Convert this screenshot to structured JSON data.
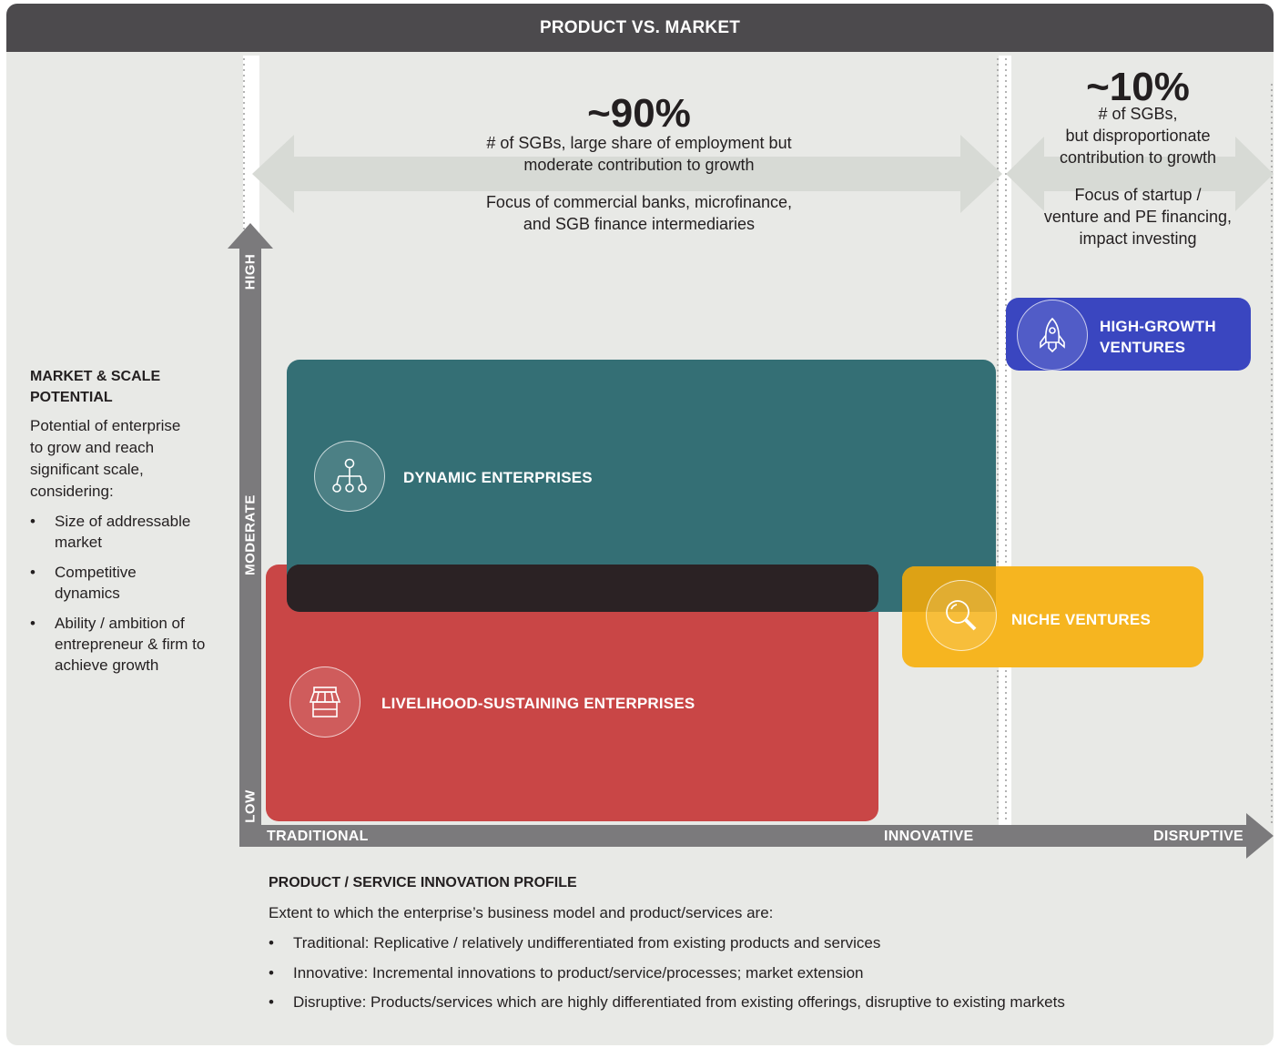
{
  "header": {
    "title": "PRODUCT VS. MARKET"
  },
  "left_stat": {
    "value": "~90%",
    "line1": "# of SGBs, large share of employment but",
    "line2": "moderate contribution to growth",
    "line3": "Focus of commercial banks, microfinance,",
    "line4": "and SGB finance intermediaries"
  },
  "right_stat": {
    "value": "~10%",
    "line1": "# of SGBs,",
    "line2": "but disproportionate",
    "line3": "contribution to growth",
    "line4": "Focus of startup /",
    "line5": "venture and PE financing,",
    "line6": "impact investing"
  },
  "y_axis": {
    "title_line1": "MARKET & SCALE",
    "title_line2": "POTENTIAL",
    "description_lines": [
      "Potential of enterprise",
      "to grow and reach",
      "significant scale,",
      "considering:"
    ],
    "bullets": [
      [
        "Size of addressable",
        "market"
      ],
      [
        "Competitive",
        "dynamics"
      ],
      [
        "Ability / ambition of",
        "entrepreneur & firm to",
        "achieve growth"
      ]
    ],
    "levels": {
      "high": "HIGH",
      "moderate": "MODERATE",
      "low": "LOW"
    }
  },
  "x_axis": {
    "levels": {
      "traditional": "TRADITIONAL",
      "innovative": "INNOVATIVE",
      "disruptive": "DISRUPTIVE"
    },
    "title": "PRODUCT / SERVICE INNOVATION PROFILE",
    "description": "Extent to which the enterprise’s business model and product/services are:",
    "bullets": [
      "Traditional: Replicative / relatively undifferentiated from existing products and services",
      "Innovative: Incremental innovations to product/service/processes; market extension",
      "Disruptive: Products/services which are highly differentiated from existing offerings, disruptive to existing markets"
    ]
  },
  "segments": {
    "high_growth": {
      "line1": "HIGH-GROWTH",
      "line2": "VENTURES",
      "color": "#3a46c0",
      "icon": "rocket-icon"
    },
    "dynamic": {
      "label": "DYNAMIC ENTERPRISES",
      "color": "#346f75",
      "icon": "network-icon"
    },
    "niche": {
      "label": "NICHE VENTURES",
      "color": "#f6b520",
      "icon": "magnifier-icon"
    },
    "livelihood": {
      "label": "LIVELIHOOD-SUSTAINING ENTERPRISES",
      "color": "#c94646",
      "icon": "storefront-icon"
    }
  },
  "colors": {
    "header": "#4c4a4d",
    "panel": "#e8e9e6",
    "axis": "#7b7a7c",
    "overlap": "#2b2224",
    "arrow_band": "#d7dad5"
  }
}
